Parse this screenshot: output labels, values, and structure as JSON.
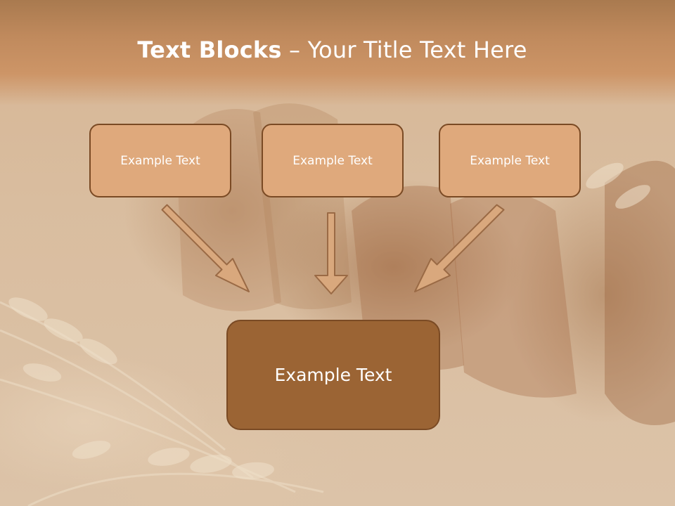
{
  "slide": {
    "title_bold": "Text Blocks",
    "title_separator": " – ",
    "title_rest": "Your Title Text Here"
  },
  "top_boxes": [
    {
      "label": "Example Text"
    },
    {
      "label": "Example Text"
    },
    {
      "label": "Example Text"
    }
  ],
  "bottom_box": {
    "label": "Example Text"
  },
  "colors": {
    "title_band": "#c08a5d",
    "box_fill": "#dfa97c",
    "box_border": "#7a4a24",
    "main_box_fill": "#9b6434",
    "arrow_fill": "#d9a87d",
    "arrow_stroke": "#9a6a45",
    "text": "#ffffff"
  },
  "icons": [
    "arrow-down-right-icon",
    "arrow-down-icon",
    "arrow-down-left-icon"
  ]
}
